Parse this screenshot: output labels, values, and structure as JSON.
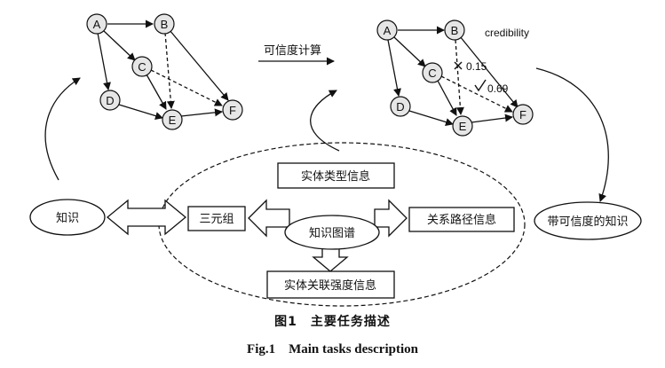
{
  "graph_left": {
    "nodes": [
      "A",
      "B",
      "C",
      "D",
      "E",
      "F"
    ]
  },
  "graph_right": {
    "nodes": [
      "A",
      "B",
      "C",
      "D",
      "E",
      "F"
    ],
    "weight_1": "0.15",
    "weight_2": "0.69",
    "credibility_label": "credibility"
  },
  "process_label": "可信度计算",
  "center": {
    "knowledge_graph": "知识图谱",
    "entity_type_info": "实体类型信息",
    "triples": "三元组",
    "relation_path_info": "关系路径信息",
    "entity_association_strength_info": "实体关联强度信息"
  },
  "knowledge": "知识",
  "knowledge_with_credibility": "带可信度的知识",
  "caption_cn": "图1　主要任务描述",
  "caption_en": "Fig.1　Main tasks description"
}
